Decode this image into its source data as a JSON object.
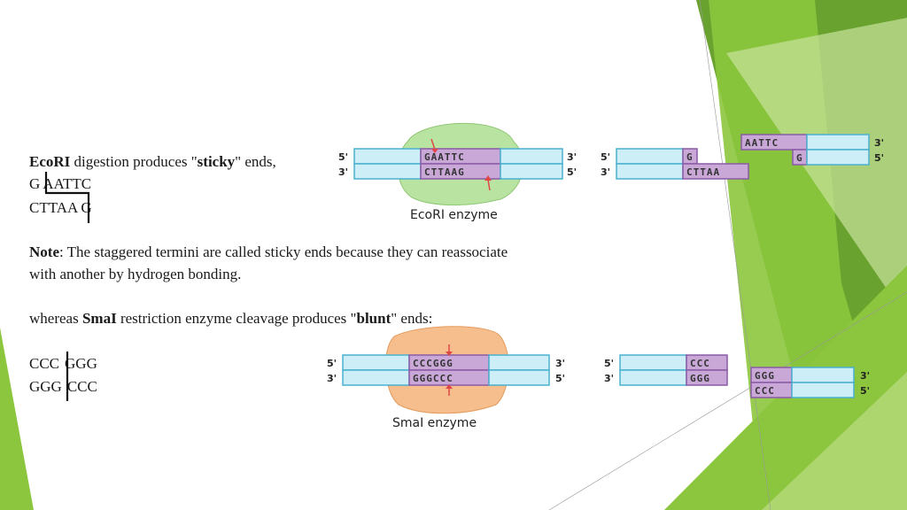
{
  "slide": {
    "ecori_line": {
      "b1": "EcoRI",
      "t1": " digestion produces \"",
      "b2": "sticky",
      "t2": "\" ends,"
    },
    "ecori_seq_top": [
      "G",
      "AATTC"
    ],
    "ecori_seq_bottom": [
      "CTTAA",
      "G"
    ],
    "note": {
      "b1": "Note",
      "t1": ": The staggered termini are called sticky ends because they can reassociate",
      "line2": "with another by hydrogen bonding."
    },
    "smai_line": {
      "t0": "whereas ",
      "b1": "SmaI",
      "t1": " restriction enzyme cleavage produces \"",
      "b2": "blunt",
      "t2": "\" ends:"
    },
    "smai_seq_top": [
      "CCC",
      "GGG"
    ],
    "smai_seq_bottom": [
      "GGG",
      "CCC"
    ]
  },
  "diagrams": {
    "ecori": {
      "enzyme_label": "EcoRI enzyme",
      "site_top": "GAATTC",
      "site_bottom": "CTTAAG",
      "frag_left_top": "G",
      "frag_left_bottom": "CTTAA",
      "frag_right_top": "AATTC",
      "frag_right_bottom": "G"
    },
    "smai": {
      "enzyme_label": "SmaI enzyme",
      "site_top": "CCCGGG",
      "site_bottom": "GGGCCC",
      "frag_left_top": "CCC",
      "frag_left_bottom": "GGG",
      "frag_right_top": "GGG",
      "frag_right_bottom": "CCC"
    },
    "ends": {
      "five": "5'",
      "three": "3'"
    }
  },
  "colors": {
    "strand_fill": "#cdeef7",
    "strand_stroke": "#4ab0cf",
    "site_fill": "#c9a8d8",
    "site_stroke": "#8a5aa6",
    "ecori_enzyme": "#b8e3a0",
    "smai_enzyme": "#f5be8c",
    "cut_arrow": "#e04848",
    "green_dark": "#5e9a2a",
    "green_mid": "#8cc63e",
    "green_light": "#c8e29a"
  }
}
